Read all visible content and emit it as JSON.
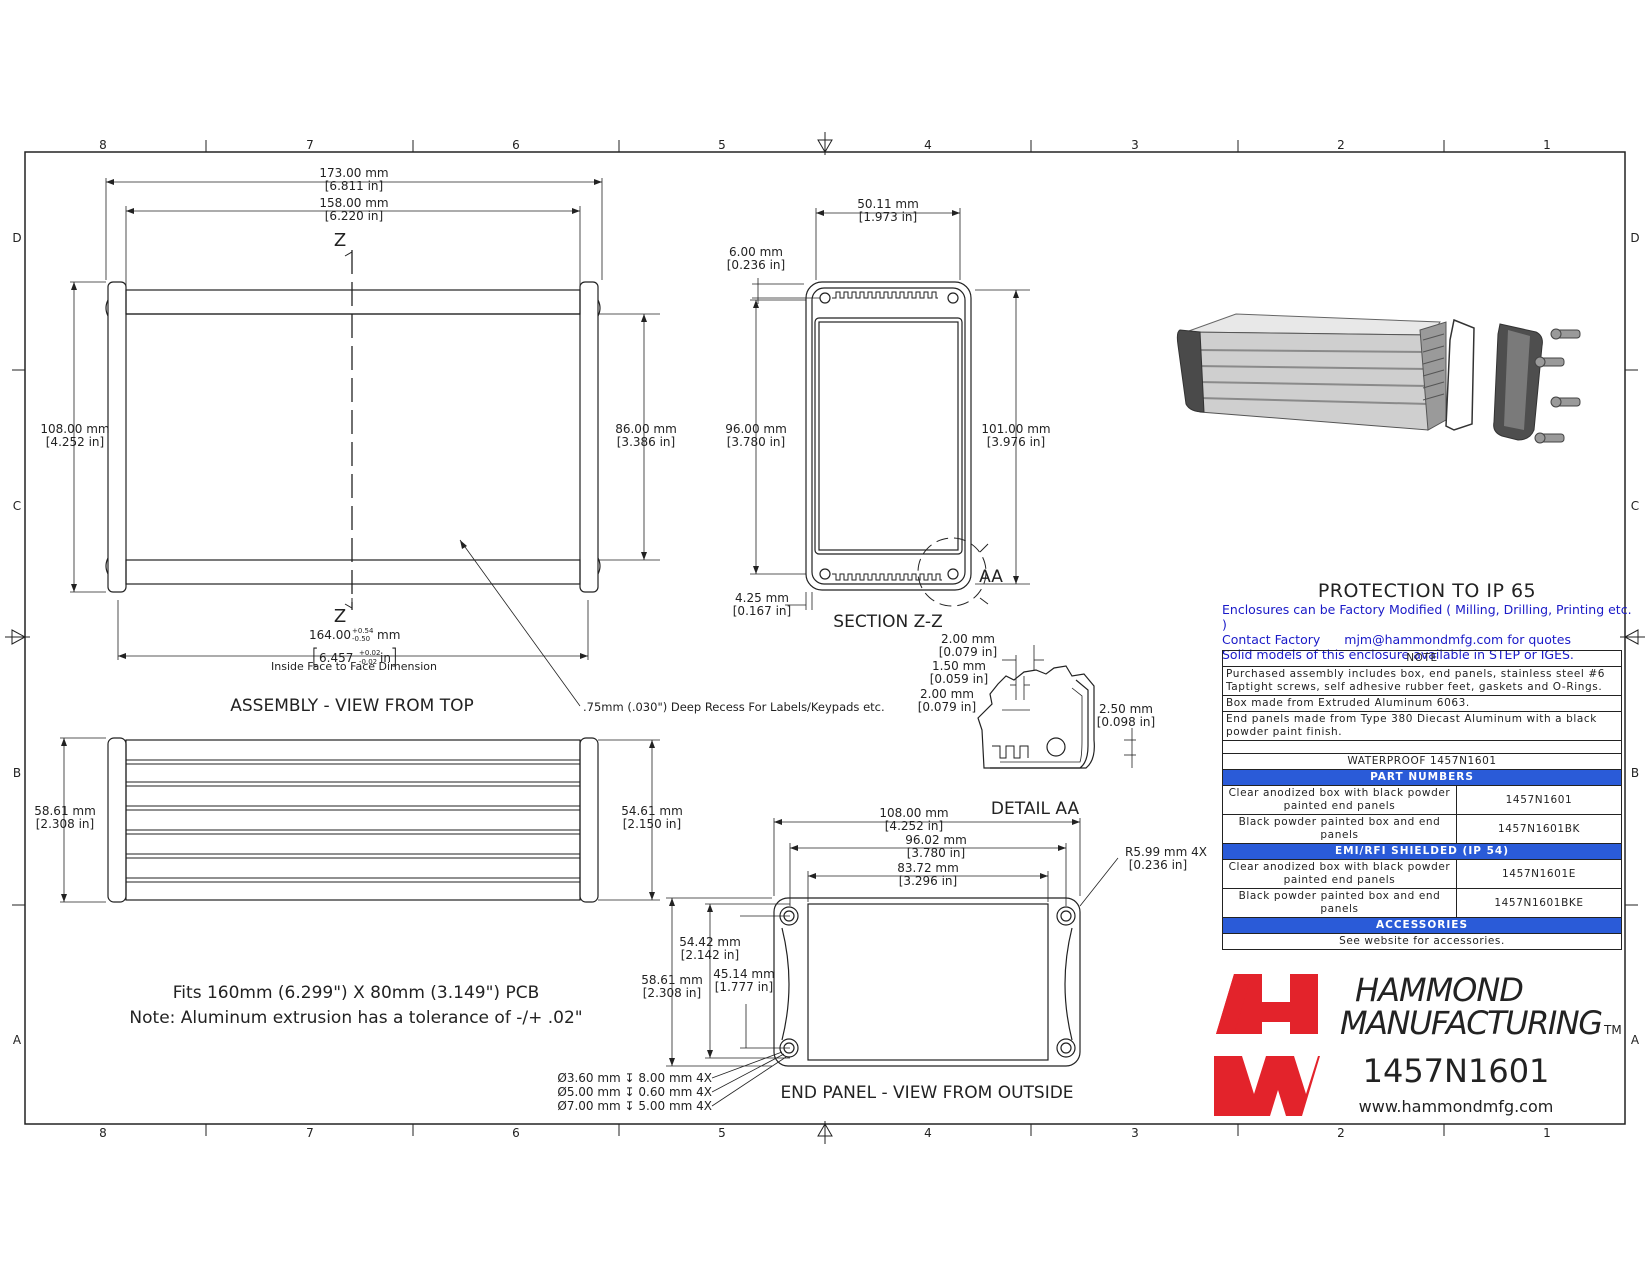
{
  "zones": {
    "cols": [
      "8",
      "7",
      "6",
      "5",
      "4",
      "3",
      "2",
      "1"
    ],
    "rows": [
      "D",
      "C",
      "B",
      "A"
    ]
  },
  "top_view": {
    "dim_overall_mm": "173.00 mm",
    "dim_overall_in": "[6.811 in]",
    "dim_body_mm": "158.00 mm",
    "dim_body_in": "[6.220 in]",
    "dim_height_mm": "108.00 mm",
    "dim_height_in": "[4.252 in]",
    "dim_inner_mm": "86.00 mm",
    "dim_inner_in": "[3.386 in]",
    "section_label": "Z",
    "inside_mm_value": "164.00",
    "inside_mm_tol_plus": "+0.54",
    "inside_mm_tol_minus": "-0.50",
    "inside_mm_unit": "mm",
    "inside_in_value": "6.457",
    "inside_in_tol_plus": "+0.02",
    "inside_in_tol_minus": "-0.02",
    "inside_in_unit": "in",
    "inside_caption": "Inside Face to Face Dimension",
    "title": "ASSEMBLY - VIEW FROM TOP",
    "recess_note": ".75mm (.030\") Deep Recess For Labels/Keypads etc."
  },
  "side_view": {
    "dim_left_mm": "58.61 mm",
    "dim_left_in": "[2.308 in]",
    "dim_right_mm": "54.61 mm",
    "dim_right_in": "[2.150 in]"
  },
  "section": {
    "dim_width_mm": "50.11 mm",
    "dim_width_in": "[1.973 in]",
    "dim_corner_mm": "6.00 mm",
    "dim_corner_in": "[0.236 in]",
    "dim_inner_h_mm": "96.00 mm",
    "dim_inner_h_in": "[3.780 in]",
    "dim_outer_h_mm": "101.00 mm",
    "dim_outer_h_in": "[3.976 in]",
    "dim_wall_mm": "4.25 mm",
    "dim_wall_in": "[0.167 in]",
    "detail_ref": "AA",
    "title": "SECTION  Z-Z"
  },
  "detail": {
    "d1_mm": "2.00 mm",
    "d1_in": "[0.079 in]",
    "d2_mm": "1.50 mm",
    "d2_in": "[0.059 in]",
    "d3_mm": "2.00 mm",
    "d3_in": "[0.079 in]",
    "d4_mm": "2.50 mm",
    "d4_in": "[0.098 in]",
    "title": "DETAIL  AA"
  },
  "end_panel": {
    "w1_mm": "108.00 mm",
    "w1_in": "[4.252 in]",
    "w2_mm": "96.02 mm",
    "w2_in": "[3.780 in]",
    "w3_mm": "83.72 mm",
    "w3_in": "[3.296 in]",
    "radius_mm": "R5.99 mm 4X",
    "radius_in": "[0.236 in]",
    "h1_mm": "54.42 mm",
    "h1_in": "[2.142 in]",
    "h2_mm": "58.61 mm",
    "h2_in": "[2.308 in]",
    "h3_mm": "45.14 mm",
    "h3_in": "[1.777 in]",
    "hole1": "Ø3.60 mm ↧ 8.00 mm 4X",
    "hole2": "Ø5.00 mm ↧ 0.60 mm 4X",
    "hole3": "Ø7.00 mm ↧ 5.00 mm 4X",
    "title": "END PANEL - VIEW FROM OUTSIDE"
  },
  "fits_note": "Fits 160mm (6.299\") X 80mm (3.149\") PCB",
  "tolerance_note": "Note: Aluminum extrusion has a tolerance of -/+ .02\"",
  "protection": {
    "heading": "PROTECTION TO IP 65",
    "line1": "Enclosures can be Factory Modified ( Milling, Drilling, Printing etc. )",
    "line2a": "Contact Factory",
    "line2b": "mjm@hammondmfg.com for quotes",
    "line3": "Solid models of this enclosure available in STEP or IGES."
  },
  "notes_table": {
    "note_header": "NOTE",
    "note1": "Purchased assembly includes box, end panels, stainless steel #6 Taptight screws, self adhesive rubber feet, gaskets and O-Rings.",
    "note2": "Box made from Extruded Aluminum 6063.",
    "note3": "End panels made from Type 380 Diecast Aluminum with a black powder paint finish.",
    "waterproof": "WATERPROOF 1457N1601",
    "part_numbers": "PART NUMBERS",
    "r1_desc": "Clear anodized box with black powder painted end panels",
    "r1_pn": "1457N1601",
    "r2_desc": "Black powder painted box and end panels",
    "r2_pn": "1457N1601BK",
    "emi": "EMI/RFI SHIELDED (IP 54)",
    "r3_desc": "Clear anodized box with black powder painted end panels",
    "r3_pn": "1457N1601E",
    "r4_desc": "Black powder painted box and end panels",
    "r4_pn": "1457N1601BKE",
    "accessories": "ACCESSORIES",
    "accessories_note": "See website for accessories."
  },
  "title_block": {
    "company_line1": "HAMMOND",
    "company_line2": "MANUFACTURING",
    "tm": "TM",
    "part_number": "1457N1601",
    "website": "www.hammondmfg.com",
    "brand_red": "#e3232b",
    "accent_blue": "#2a5bd8"
  }
}
